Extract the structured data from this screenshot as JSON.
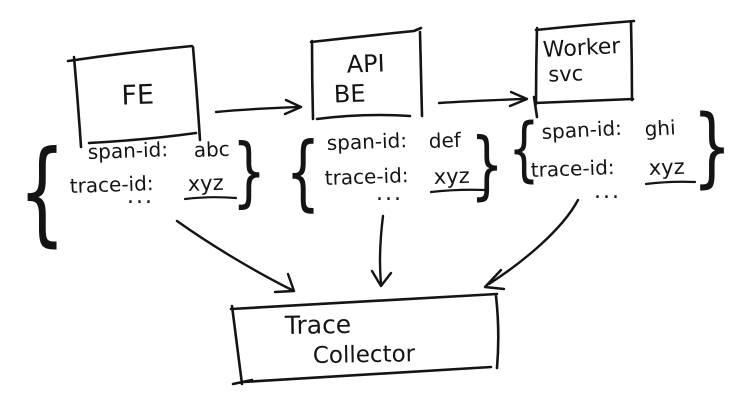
{
  "background": "#ffffff",
  "ink_color": "#141414",
  "services": [
    {
      "name": "FE",
      "box_lines": [
        "FE"
      ],
      "span_label": "span-id:",
      "span_value": "abc",
      "trace_label": "trace-id:",
      "trace_value": "xyz",
      "more": "..."
    },
    {
      "name": "API BE",
      "box_lines": [
        "API",
        "BE"
      ],
      "span_label": "span-id:",
      "span_value": "def",
      "trace_label": "trace-id:",
      "trace_value": "xyz",
      "more": "..."
    },
    {
      "name": "Worker svc",
      "box_lines": [
        "Worker",
        "svc"
      ],
      "span_label": "span-id:",
      "span_value": "ghi",
      "trace_label": "trace-id:",
      "trace_value": "xyz",
      "more": "..."
    }
  ],
  "collector": {
    "name": "Trace Collector",
    "lines": [
      "Trace",
      "Collector"
    ]
  },
  "symbols": {
    "brace_open": "{",
    "brace_close": "}"
  },
  "edges": [
    {
      "from": "FE",
      "to": "API BE"
    },
    {
      "from": "API BE",
      "to": "Worker svc"
    },
    {
      "from": "FE",
      "to": "Trace Collector"
    },
    {
      "from": "API BE",
      "to": "Trace Collector"
    },
    {
      "from": "Worker svc",
      "to": "Trace Collector"
    }
  ]
}
